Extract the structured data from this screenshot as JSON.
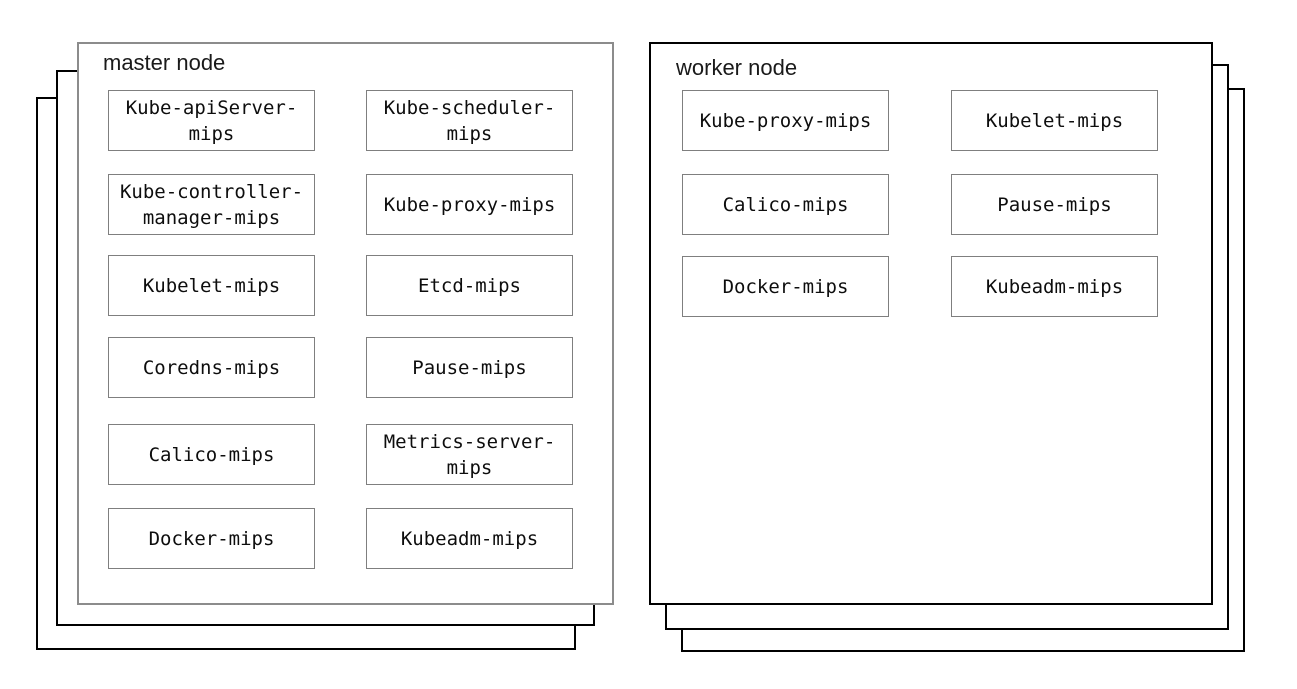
{
  "diagram": {
    "master": {
      "title": "master node",
      "components": [
        "Kube-apiServer-\nmips",
        "Kube-scheduler-\nmips",
        "Kube-controller-\nmanager-mips",
        "Kube-proxy-mips",
        "Kubelet-mips",
        "Etcd-mips",
        "Coredns-mips",
        "Pause-mips",
        "Calico-mips",
        "Metrics-server-\nmips",
        "Docker-mips",
        "Kubeadm-mips"
      ]
    },
    "worker": {
      "title": "worker node",
      "components": [
        "Kube-proxy-mips",
        "Kubelet-mips",
        "Calico-mips",
        "Pause-mips",
        "Docker-mips",
        "Kubeadm-mips"
      ]
    },
    "colors": {
      "background": "#ffffff",
      "stack_border_black": "#000000",
      "master_main_border_gray": "#8c8c8c",
      "component_border_gray": "#7f7f7f",
      "text": "#0d0d0d"
    }
  }
}
